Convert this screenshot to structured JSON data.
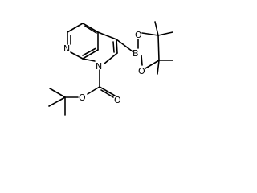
{
  "diagram": {
    "type": "chemical-structure",
    "atom_labels": {
      "ring_n_pyridine": "N",
      "ring_n_pyrrole": "N",
      "boron": "B",
      "boronate_o_upper": "O",
      "boronate_o_lower": "O",
      "ester_o_carbonyl": "O",
      "ester_o_ether": "O"
    },
    "colors": {
      "bond": "#000000",
      "label": "#000000",
      "background": "#ffffff"
    }
  }
}
